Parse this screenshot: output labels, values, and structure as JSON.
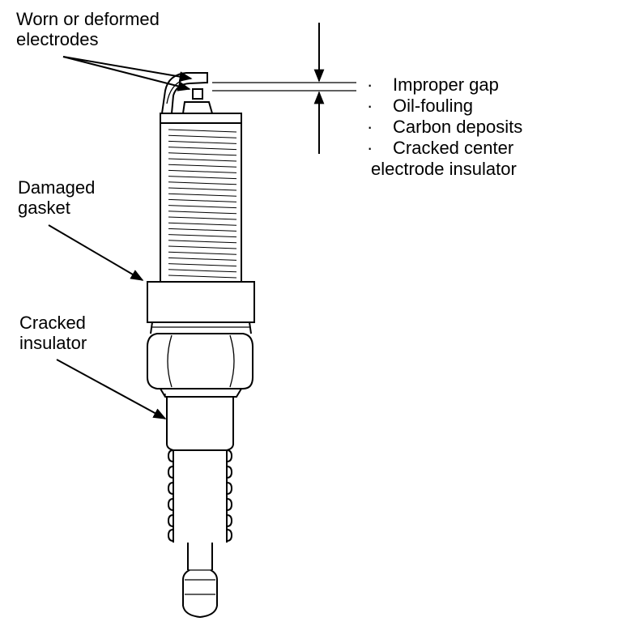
{
  "callouts": {
    "electrodes": [
      "Worn or deformed",
      "electrodes"
    ],
    "gasket": [
      "Damaged",
      "gasket"
    ],
    "insulator": [
      "Cracked",
      "insulator"
    ]
  },
  "causes": {
    "bullet": "·",
    "items": [
      "Improper gap",
      "Oil-fouling",
      "Carbon deposits",
      "Cracked center"
    ],
    "continuation": "electrode insulator"
  },
  "colors": {
    "line": "#000000",
    "background": "#ffffff"
  }
}
